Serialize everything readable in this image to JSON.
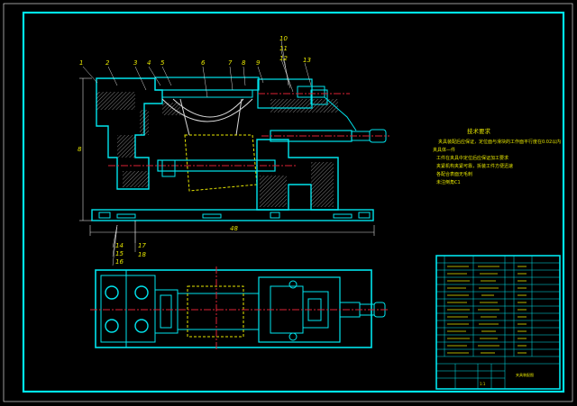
{
  "drawing": {
    "part_numbers_top": [
      "1",
      "2",
      "3",
      "4",
      "5",
      "6",
      "7",
      "8",
      "9",
      "10",
      "11",
      "12",
      "13"
    ],
    "part_numbers_bottom": [
      "14",
      "15",
      "16",
      "17",
      "18"
    ],
    "dimension_height": "8",
    "dimension_length": "48",
    "tech_requirements": {
      "title": "技术要求",
      "lines": [
        "夹具装配后应保证，定位面与滑块的工作面平行度在0.02以内",
        "夹具体—件",
        "工件在夹具中定位后应保证加工要求",
        "夹紧机构夹紧可靠，拆装工件方便迅速",
        "各配合表面无毛刺",
        "未注倒角C1"
      ]
    },
    "title_block": {
      "drawing_title": "夹具装配图",
      "scale": "1:1"
    },
    "colors": {
      "background": "#000000",
      "outline": "#00e5ee",
      "annotation": "#e6e600",
      "hatch": "#d8d8d8",
      "centerline": "#d23333"
    }
  }
}
